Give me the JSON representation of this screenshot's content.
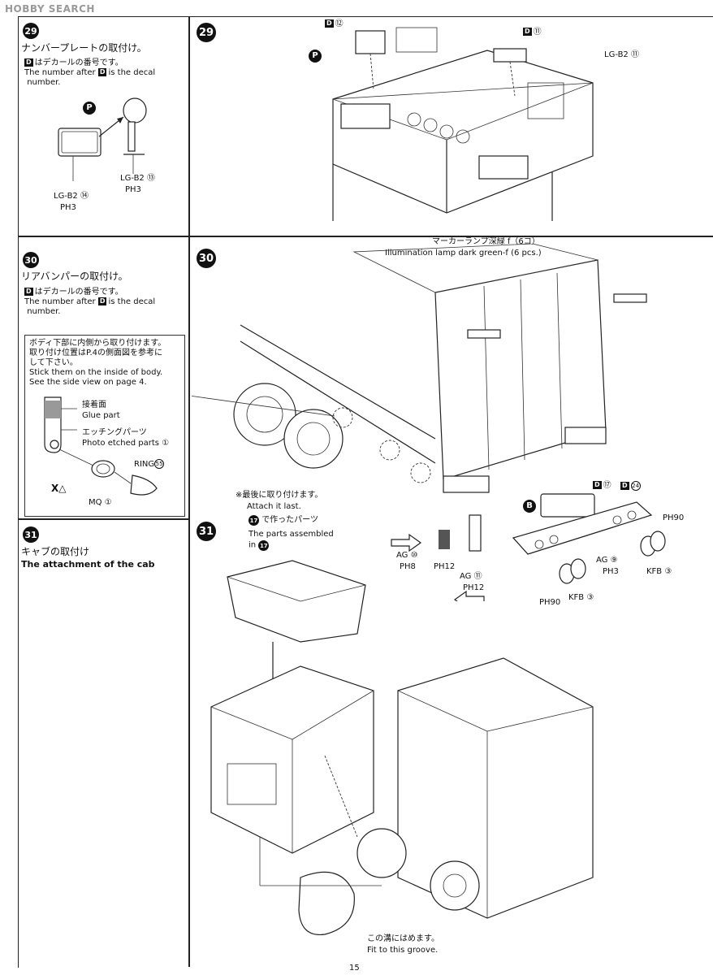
{
  "watermark": "HOBBY SEARCH",
  "page_number": "15",
  "steps": {
    "s29": {
      "num": "29",
      "title_jp": "ナンバープレートの取付け。",
      "decal_note_jp": "はデカールの番号です。",
      "decal_note_en": "The number after",
      "decal_note_en2": "is the decal",
      "decal_note_en3": "number.",
      "p_badge": "P",
      "part_a": "LG-B2",
      "part_a_num": "⑬",
      "part_a_ph": "PH3",
      "part_b": "LG-B2",
      "part_b_num": "⑭",
      "part_b_ph": "PH3",
      "diagram_d12": "⑫",
      "diagram_d11": "⑪",
      "diagram_lg": "LG-B2",
      "diagram_lg_num": "⑪"
    },
    "s30": {
      "num": "30",
      "title_jp": "リアバンパーの取付け。",
      "decal_note_jp": "はデカールの番号です。",
      "decal_note_en": "The number after",
      "decal_note_en2": "is the decal",
      "decal_note_en3": "number.",
      "note_jp1": "ボディ下部に内側から取り付けます。",
      "note_jp2": "取り付け位置はP.4の側面図を参考に",
      "note_jp3": "して下さい。",
      "note_en1": "Stick them on the inside of body.",
      "note_en2": "See the side view on page 4.",
      "glue_jp": "接着面",
      "glue_en": "Glue part",
      "etch_jp": "エッチングパーツ",
      "etch_en": "Photo etched parts",
      "etch_num": "①",
      "ring": "RING",
      "ring_num": "55",
      "mq": "MQ",
      "mq_num": "①",
      "lamp_jp": "マーカーランプ深緑 f（6コ）",
      "lamp_en": "Illumination lamp dark green-f (6 pcs.)",
      "d17": "⑰",
      "d24": "24",
      "b_badge": "B",
      "ag10": "AG",
      "ag10_num": "⑩",
      "ph8": "PH8",
      "ph12a": "PH12",
      "ag11": "AG",
      "ag11_num": "⑪",
      "ph12b": "PH12",
      "ag9": "AG",
      "ag9_num": "⑨",
      "ph3": "PH3",
      "ph90a": "PH90",
      "kfb_a": "KFB",
      "kfb_a_num": "③",
      "ph90b": "PH90",
      "kfb_b": "KFB",
      "kfb_b_num": "③"
    },
    "s31": {
      "num": "31",
      "title_jp": "キャブの取付け",
      "title_en": "The attachment of the cab",
      "last_jp": "※最後に取り付けます。",
      "last_en": "Attach it last.",
      "made_jp": "で作ったパーツ",
      "made_num": "17",
      "made_en1": "The parts assembled",
      "made_en2": "in",
      "groove_jp": "この溝にはめます。",
      "groove_en": "Fit to this groove."
    }
  }
}
